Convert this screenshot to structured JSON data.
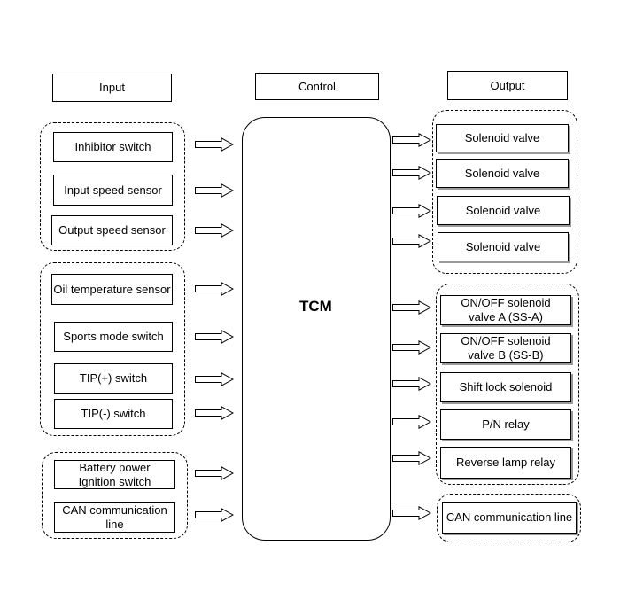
{
  "headers": {
    "input": "Input",
    "control": "Control",
    "output": "Output"
  },
  "tcm": {
    "label": "TCM"
  },
  "inputs": [
    "Inhibitor switch",
    "Input speed sensor",
    "Output speed sensor",
    "Oil temperature sensor",
    "Sports mode switch",
    "TIP(+) switch",
    "TIP(-) switch",
    "Battery power\nIgnition switch",
    "CAN communication\nline"
  ],
  "outputs": [
    "Solenoid valve",
    "Solenoid valve",
    "Solenoid valve",
    "Solenoid valve",
    "ON/OFF solenoid\nvalve A (SS-A)",
    "ON/OFF solenoid\nvalve B (SS-B)",
    "Shift lock solenoid",
    "P/N relay",
    "Reverse lamp relay",
    "CAN communication line"
  ]
}
